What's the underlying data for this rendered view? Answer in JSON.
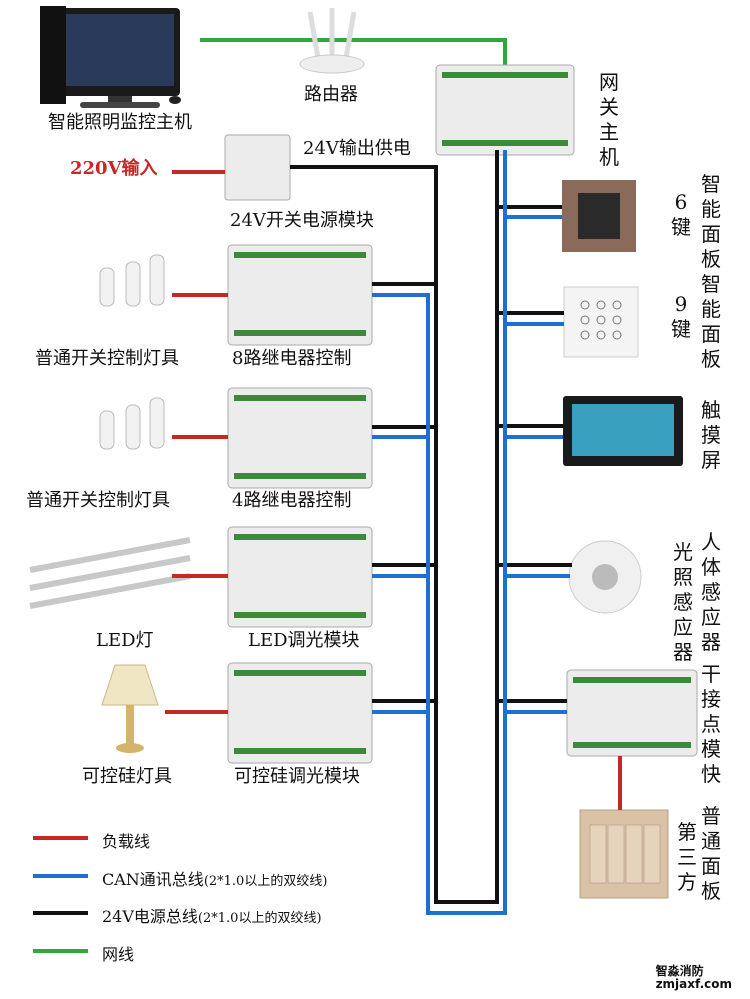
{
  "devices": {
    "computer": "智能照明监控主机",
    "router": "路由器",
    "gateway": "网关主机",
    "power_input": "220V输入",
    "power_output": "24V输出供电",
    "power_module": "24V开关电源模块",
    "relay8": "8路继电器控制",
    "relay4": "4路继电器控制",
    "led_dimmer": "LED调光模块",
    "scr_dimmer": "可控硅调光模块",
    "lamp1": "普通开关控制灯具",
    "lamp2": "普通开关控制灯具",
    "led_lamp": "LED灯",
    "scr_lamp": "可控硅灯具",
    "panel6_a": "6键",
    "panel6_b": "智能面板",
    "panel9_a": "9键",
    "panel9_b": "智能面板",
    "touch": "触摸屏",
    "sensor_a": "光照感应器",
    "sensor_b": "人体感应器",
    "dry_contact": "干接点模快",
    "third_a": "第三方",
    "third_b": "普通面板"
  },
  "legend": [
    {
      "label": "负载线",
      "note": "",
      "color": "#c62828"
    },
    {
      "label": "CAN通讯总线",
      "note": "(2*1.0以上的双绞线)",
      "color": "#1e6fd0"
    },
    {
      "label": "24V电源总线",
      "note": "(2*1.0以上的双绞线)",
      "color": "#111111"
    },
    {
      "label": "网线",
      "note": "",
      "color": "#2ea83a"
    }
  ],
  "watermark": {
    "name": "智淼消防",
    "url": "zmjaxf.com"
  }
}
